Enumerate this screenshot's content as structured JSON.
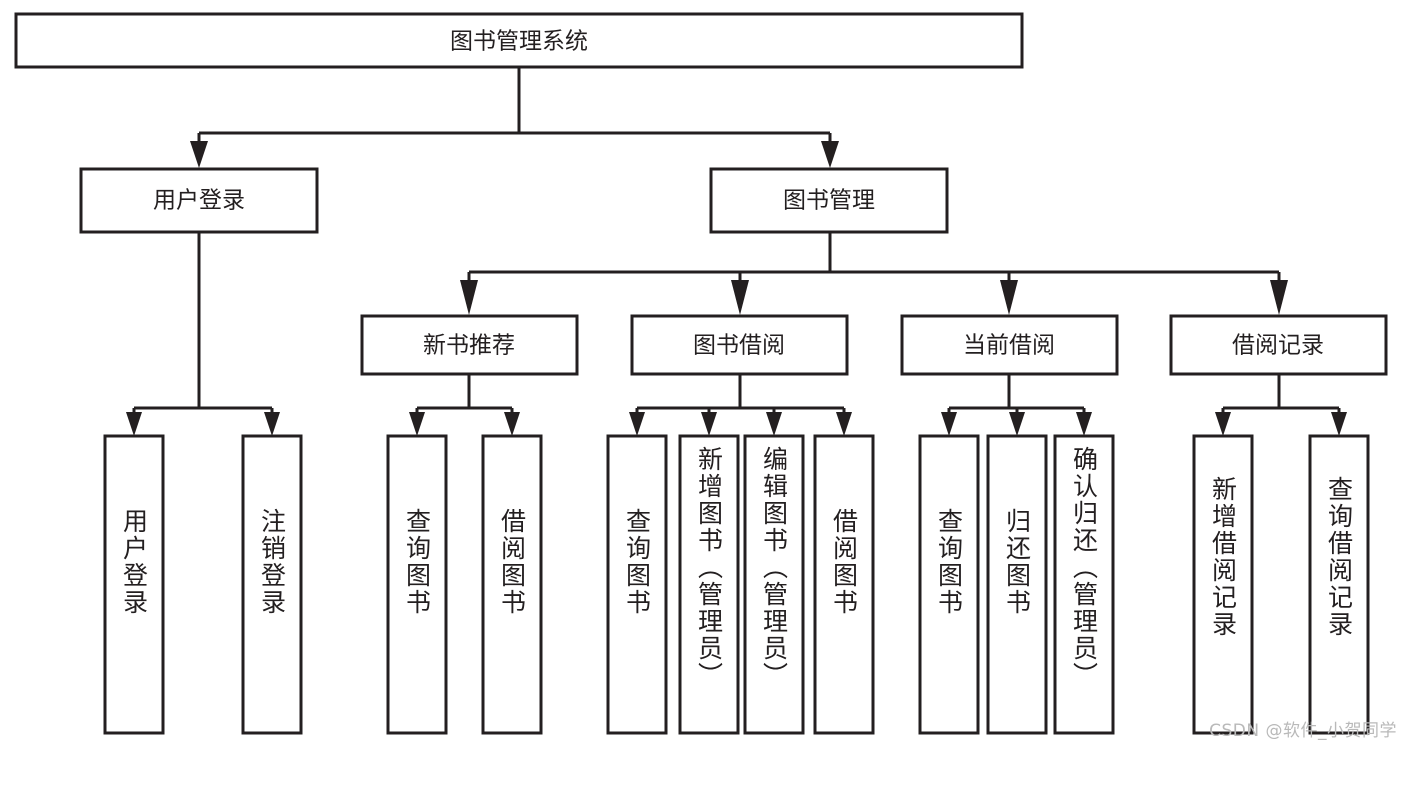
{
  "diagram": {
    "type": "tree",
    "title": "图书管理系统",
    "watermark": "CSDN @软件_小贺同学",
    "colors": {
      "stroke": "#231f20",
      "fill": "#ffffff",
      "watermark": "#b9b9b9",
      "background": "#ffffff"
    },
    "levels": {
      "root": {
        "label": "图书管理系统"
      },
      "level2": [
        {
          "id": "user-login",
          "label": "用户登录"
        },
        {
          "id": "book-manage",
          "label": "图书管理"
        }
      ],
      "level3": [
        {
          "id": "new-book-rec",
          "label": "新书推荐",
          "parent": "book-manage"
        },
        {
          "id": "book-borrow",
          "label": "图书借阅",
          "parent": "book-manage"
        },
        {
          "id": "current-borrow",
          "label": "当前借阅",
          "parent": "book-manage"
        },
        {
          "id": "borrow-record",
          "label": "借阅记录",
          "parent": "book-manage"
        }
      ],
      "leaves": [
        {
          "id": "leaf-user-login",
          "label": "用户登录",
          "parent": "user-login"
        },
        {
          "id": "leaf-user-logout",
          "label": "注销登录",
          "parent": "user-login"
        },
        {
          "id": "leaf-query-book-1",
          "label": "查询图书",
          "parent": "new-book-rec"
        },
        {
          "id": "leaf-borrow-book-1",
          "label": "借阅图书",
          "parent": "new-book-rec"
        },
        {
          "id": "leaf-query-book-2",
          "label": "查询图书",
          "parent": "book-borrow"
        },
        {
          "id": "leaf-add-book",
          "label": "新增图书（管理员）",
          "parent": "book-borrow"
        },
        {
          "id": "leaf-edit-book",
          "label": "编辑图书（管理员）",
          "parent": "book-borrow"
        },
        {
          "id": "leaf-borrow-book-2",
          "label": "借阅图书",
          "parent": "book-borrow"
        },
        {
          "id": "leaf-query-book-3",
          "label": "查询图书",
          "parent": "current-borrow"
        },
        {
          "id": "leaf-return-book",
          "label": "归还图书",
          "parent": "current-borrow"
        },
        {
          "id": "leaf-confirm-return",
          "label": "确认归还（管理员）",
          "parent": "current-borrow"
        },
        {
          "id": "leaf-add-record",
          "label": "新增借阅记录",
          "parent": "borrow-record"
        },
        {
          "id": "leaf-query-record",
          "label": "查询借阅记录",
          "parent": "borrow-record"
        }
      ]
    }
  }
}
